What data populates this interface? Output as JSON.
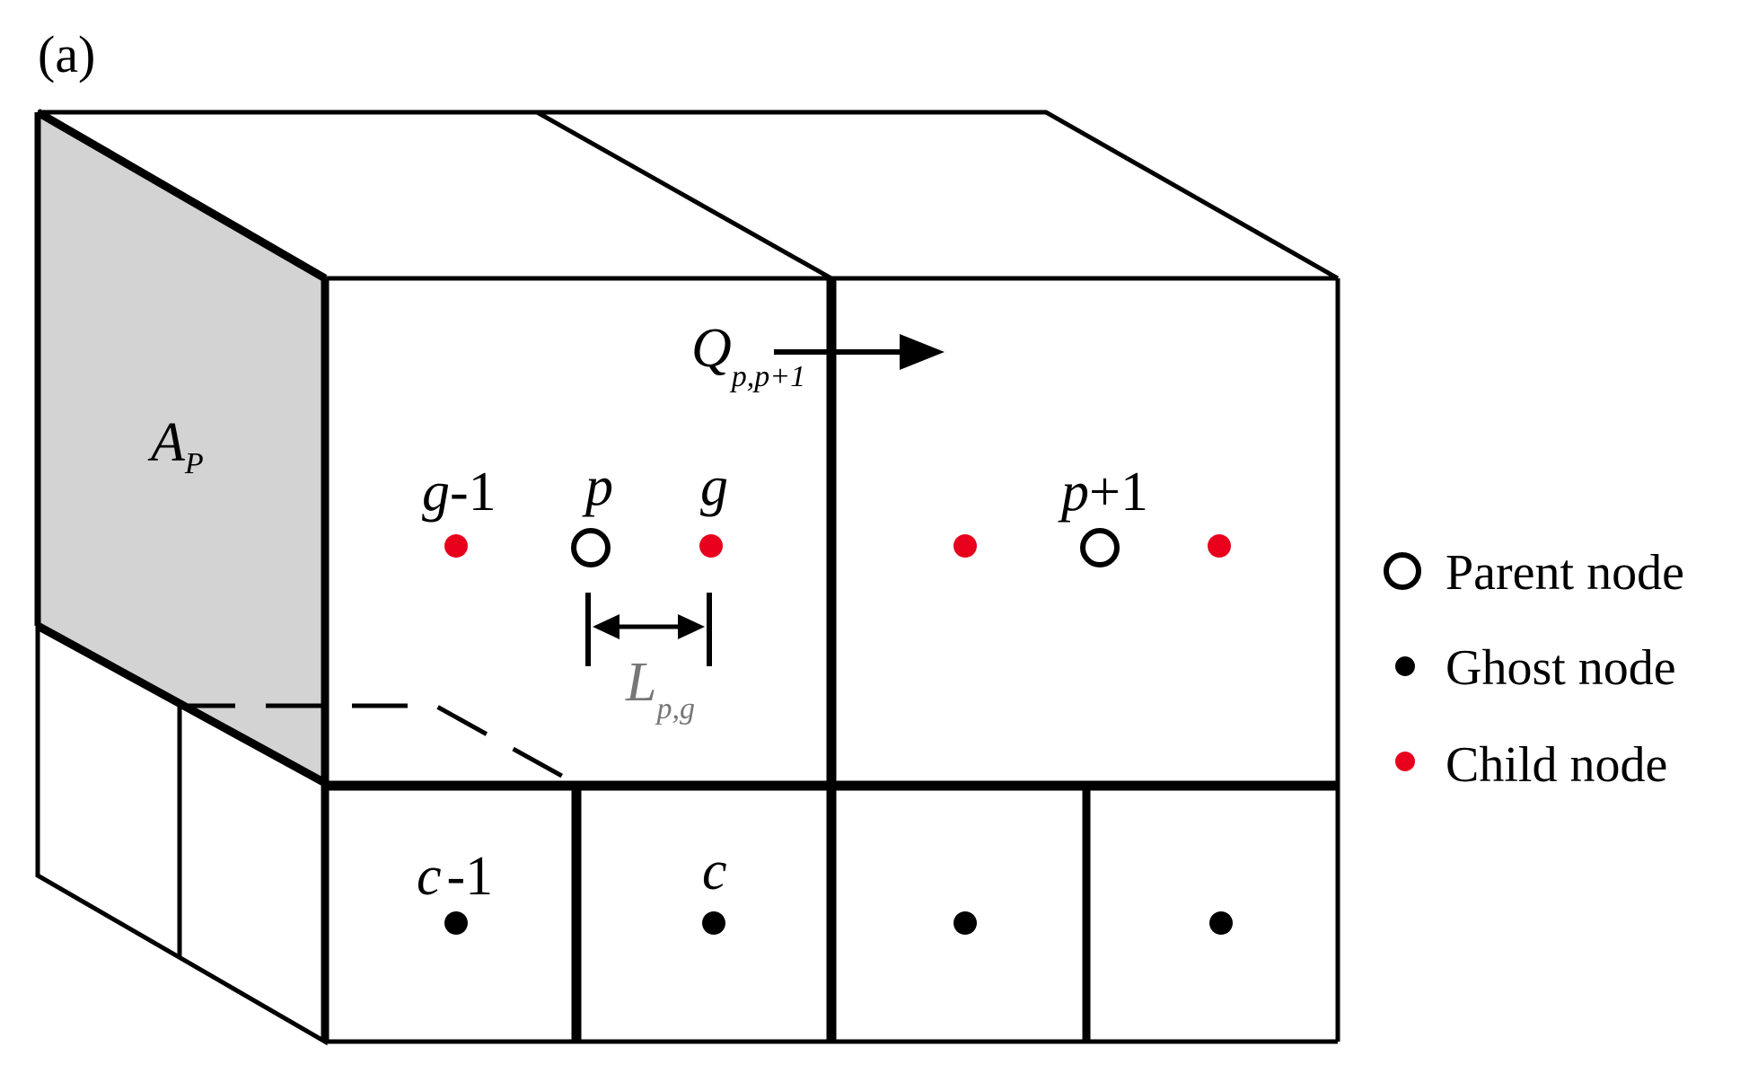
{
  "panel_label": "(a)",
  "face_label": {
    "main": "A",
    "sub": "P"
  },
  "flux_label": {
    "main": "Q",
    "sub": "p,p+1"
  },
  "length_label": {
    "main": "L",
    "sub": "p,g"
  },
  "node_labels": {
    "g_minus_1": {
      "var": "g",
      "suffix": "-1"
    },
    "p": {
      "var": "p"
    },
    "g": {
      "var": "g"
    },
    "p_plus_1": {
      "var": "p",
      "suffix": "+1"
    },
    "c_minus_1": {
      "var": "c",
      "suffix": "-1"
    },
    "c": {
      "var": "c"
    }
  },
  "legend": [
    {
      "symbol": "open-circle",
      "label": "Parent node"
    },
    {
      "symbol": "black-dot",
      "label": "Ghost node"
    },
    {
      "symbol": "red-dot",
      "label": "Child node"
    }
  ],
  "colors": {
    "stroke": "#000000",
    "shaded_face": "#d3d3d3",
    "child_node": "#e8001c",
    "ghost_node": "#000000"
  }
}
